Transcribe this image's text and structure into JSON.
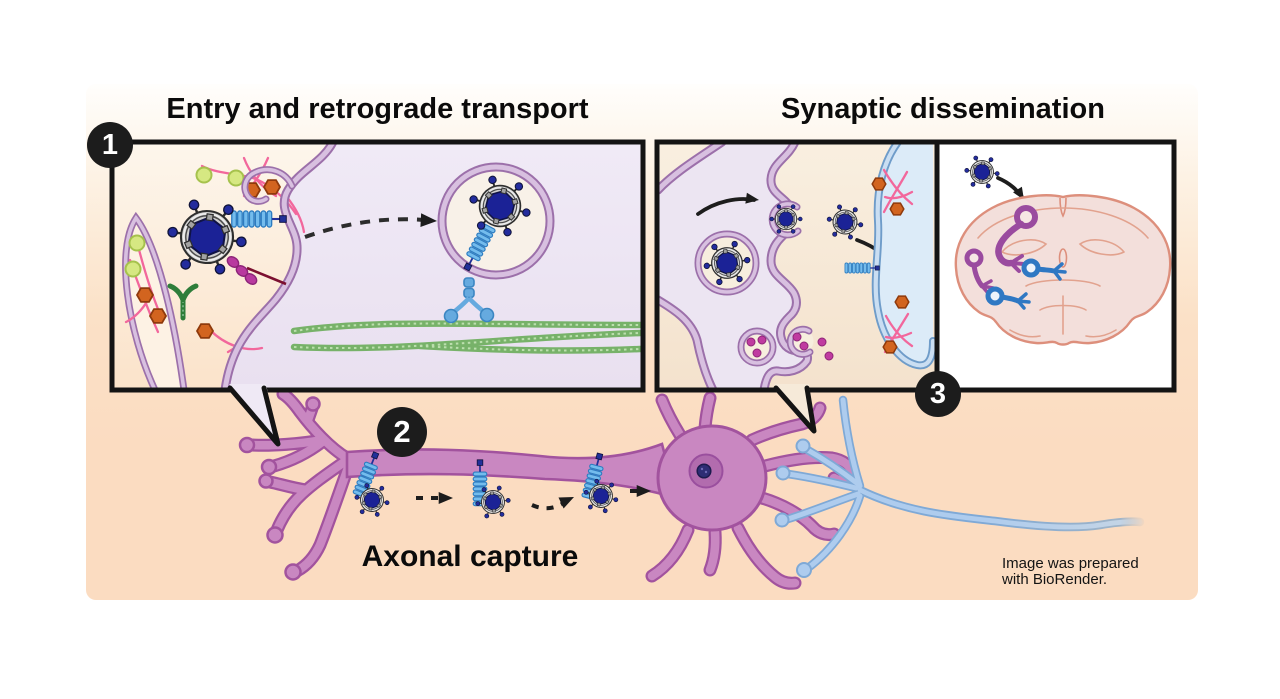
{
  "figure": {
    "kind": "scientific-illustration",
    "steps": [
      {
        "number": "1",
        "title": "Entry and retrograde transport"
      },
      {
        "number": "2",
        "title": "Axonal capture"
      },
      {
        "number": "3",
        "title": "Synaptic dissemination"
      }
    ],
    "credit": {
      "line1": "Image was prepared",
      "line2": "with BioRender."
    }
  },
  "colors": {
    "page_background": "#ffffff",
    "canvas_top": "#fffdfa",
    "canvas_peach": "#fbdcc1",
    "panel_border": "#141414",
    "badge": "#1c1c1c",
    "membrane_purple": "#c9a8d3",
    "cytoplasm_lavender": "#ece5f2",
    "postsynaptic_blue": "#dcebf8",
    "virus_capsid_navy": "#1b2296",
    "receptor_coil_blue": "#74bced",
    "dynein_blue": "#66aadf",
    "microtubule_green": "#77b269",
    "actin_pink": "#f2679c",
    "vesicle_green": "#d6e882",
    "cargo_orange": "#d2641f",
    "neurotransmitter_magenta": "#c03ba0",
    "neuron_pink": "#c987c1",
    "neuron_blue": "#aeccee",
    "brain_fill": "#f3dfdb",
    "brain_outline": "#dd8f7c",
    "tracer_purple": "#9a4b9f",
    "tracer_blue": "#2f78c3"
  },
  "icons": [
    "virus-particle-icon",
    "receptor-coil-icon",
    "dynein-motor-icon",
    "microtubule-icon",
    "actin-filament-icon",
    "endosome-icon",
    "synaptic-vesicle-icon",
    "neurotransmitter-icon",
    "y-receptor-icon",
    "cargo-hexagon-icon",
    "bead-chain-icon",
    "pink-neuron-icon",
    "blue-neuron-icon",
    "brain-section-icon",
    "dashed-arrow-icon",
    "curved-arrow-icon",
    "speech-tail-icon"
  ]
}
